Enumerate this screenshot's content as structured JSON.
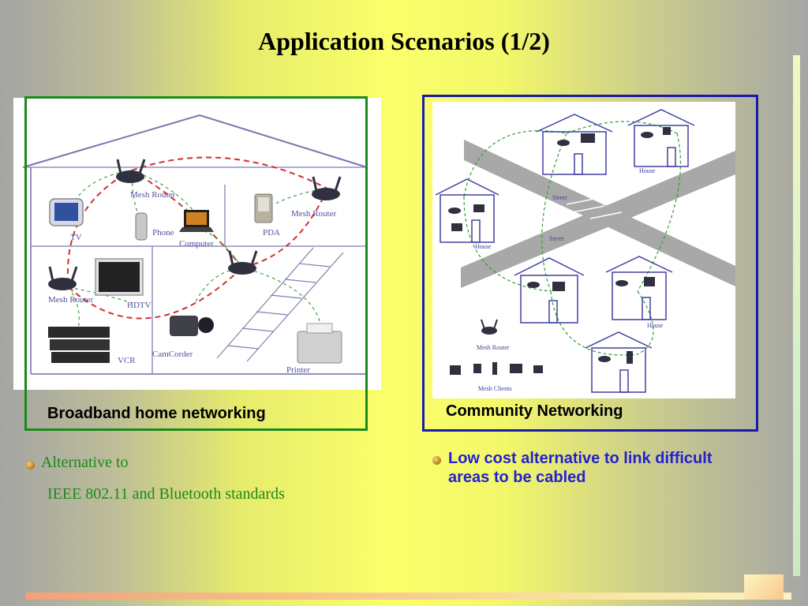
{
  "slide": {
    "title": "Application Scenarios (1/2)"
  },
  "left_panel": {
    "caption": "Broadband home networking",
    "diagram_labels": {
      "mesh_router_top": "Mesh Router",
      "mesh_router_right": "Mesh Router",
      "mesh_router_left": "Mesh Router",
      "tv": "TV",
      "phone": "Phone",
      "computer": "Computer",
      "pda": "PDA",
      "hdtv": "HDTV",
      "vcr": "VCR",
      "camcorder": "CamCorder",
      "printer": "Printer"
    },
    "bullet": {
      "line1": "Alternative  to",
      "line2": "IEEE 802.11 and Bluetooth standards"
    }
  },
  "right_panel": {
    "caption": "Community Networking",
    "diagram_labels": {
      "house_top_right": "House",
      "house_left": "House",
      "house_bottom_right": "House",
      "street_1": "Street",
      "street_2": "Street",
      "mesh_router": "Mesh Router",
      "mesh_clients": "Mesh Clients"
    },
    "bullet": {
      "text": "Low cost alternative to link difficult areas to be cabled"
    }
  },
  "colors": {
    "green_frame": "#1a8a1a",
    "blue_frame": "#1a1aa8",
    "green_text": "#1a8a1a",
    "blue_text": "#2222cc"
  }
}
